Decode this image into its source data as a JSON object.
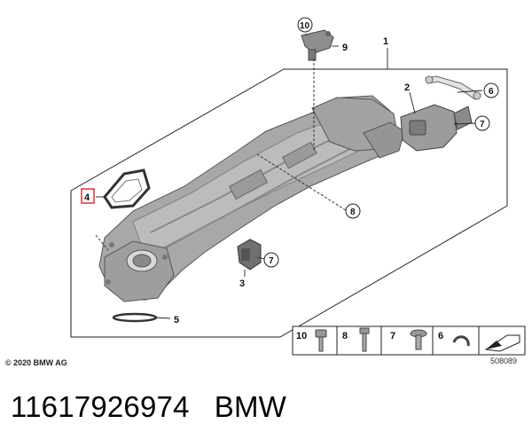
{
  "callouts": {
    "n1": "1",
    "n2": "2",
    "n3": "3",
    "n4": "4",
    "n5": "5",
    "n6": "6",
    "n7a": "7",
    "n7b": "7",
    "n8": "8",
    "n9": "9",
    "n10": "10"
  },
  "legend": {
    "item_10": "10",
    "item_8": "8",
    "item_7": "7",
    "item_6": "6"
  },
  "copyright": "© 2020 BMW AG",
  "diagram_code": "508089",
  "footer": {
    "part_number": "11617926974",
    "brand": "BMW"
  },
  "colors": {
    "highlight": "#e03030",
    "part": "#9a9a9a",
    "line": "#222222"
  }
}
